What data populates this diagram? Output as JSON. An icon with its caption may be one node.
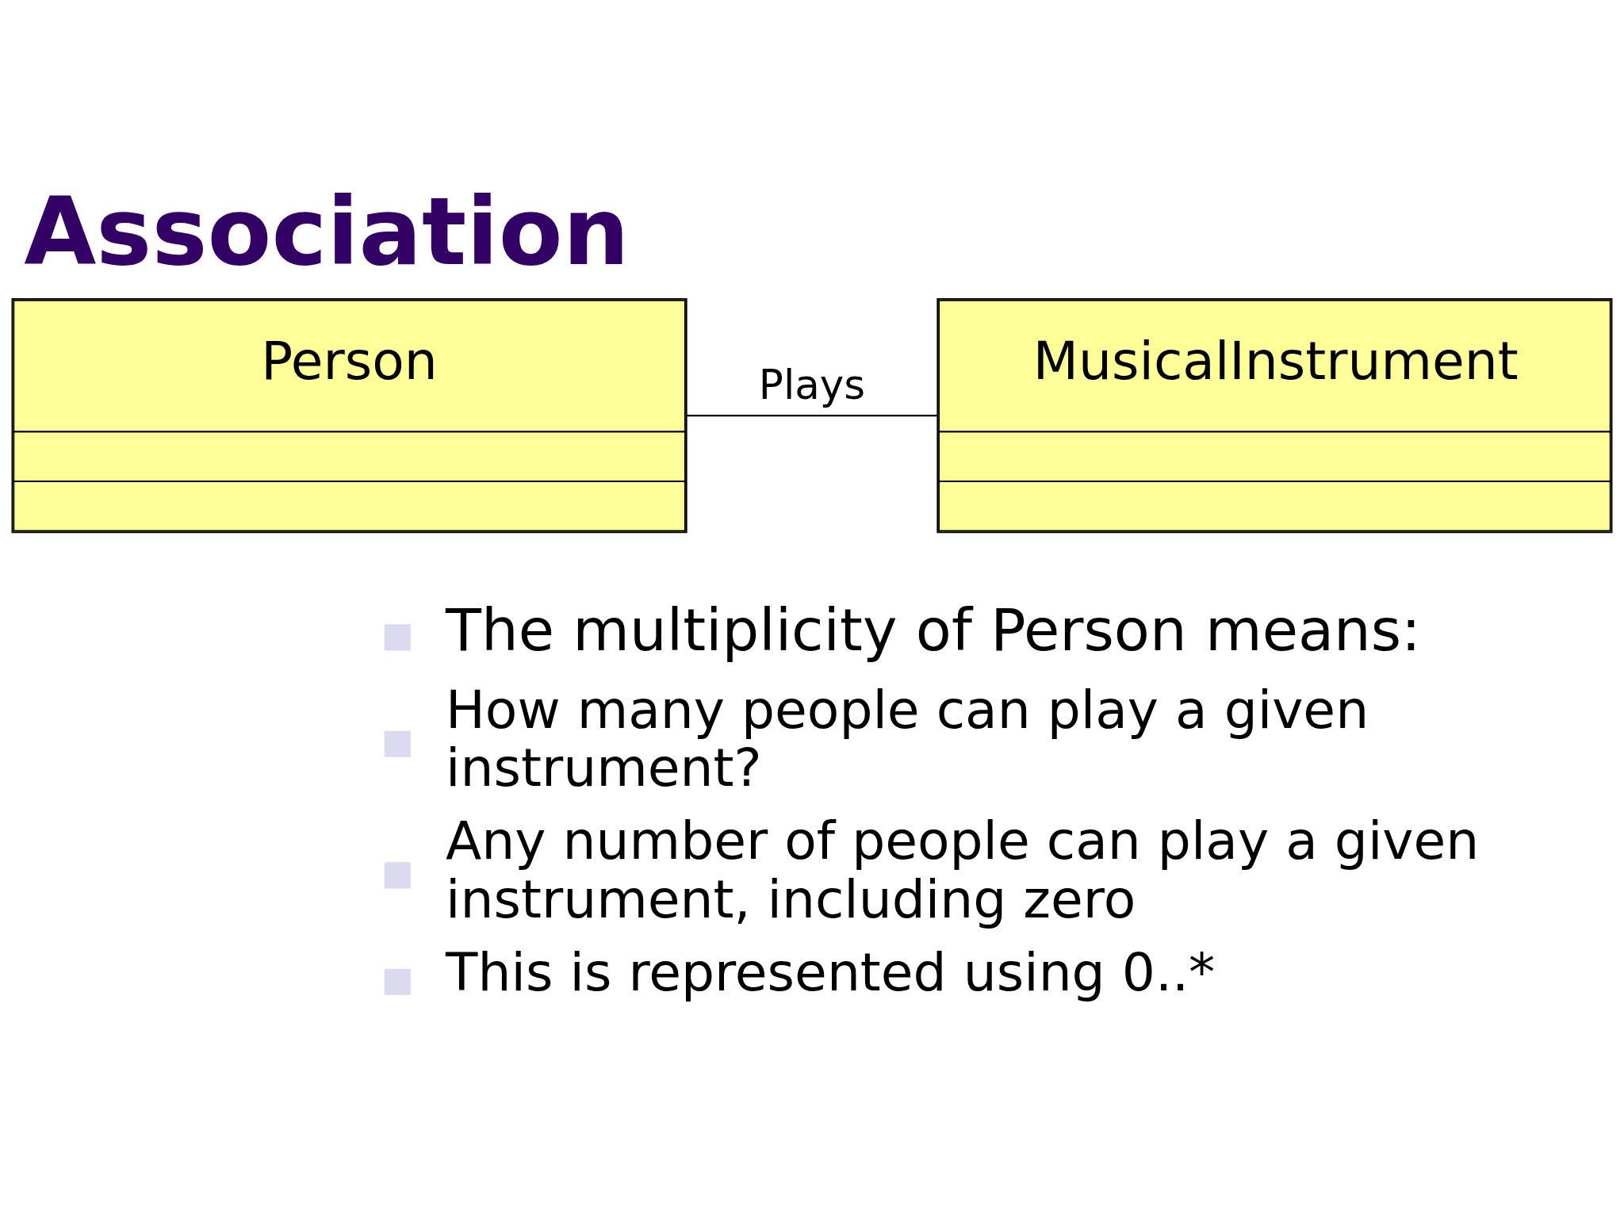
{
  "diagram": {
    "title": "Association",
    "nodes": [
      {
        "text": [
          "Person"
        ]
      },
      {
        "text": [
          "MusicalInstrument"
        ]
      }
    ],
    "edges": [
      {
        "from": 0,
        "to": 1,
        "arrow": "none",
        "label": "Plays"
      }
    ],
    "labels": [
      "The multiplicity of Person means:",
      "How many people can play a given instrument?",
      "Any number of people can play a given instrument, including zero",
      "This is represented using 0..*"
    ]
  }
}
